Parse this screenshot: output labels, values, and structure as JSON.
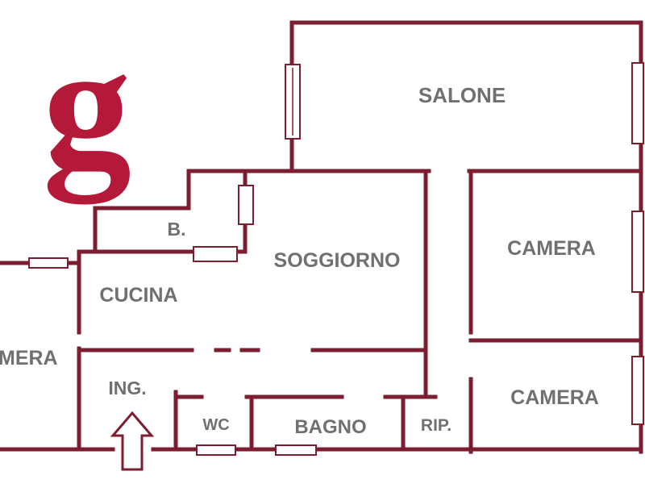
{
  "logo": {
    "letter": "g",
    "color": "#b5193a"
  },
  "colors": {
    "wall": "#7d1d30",
    "label": "#707070",
    "background": "#ffffff"
  },
  "rooms": {
    "salone": "SALONE",
    "soggiorno": "SOGGIORNO",
    "camera_1": "CAMERA",
    "camera_2": "CAMERA",
    "camera_left": "MERA",
    "cucina": "CUCINA",
    "bagno_small": "B.",
    "ingresso": "ING.",
    "wc": "WC",
    "bagno": "BAGNO",
    "ripostiglio": "RIP."
  },
  "entrance": {
    "icon": "entrance-arrow-icon"
  }
}
